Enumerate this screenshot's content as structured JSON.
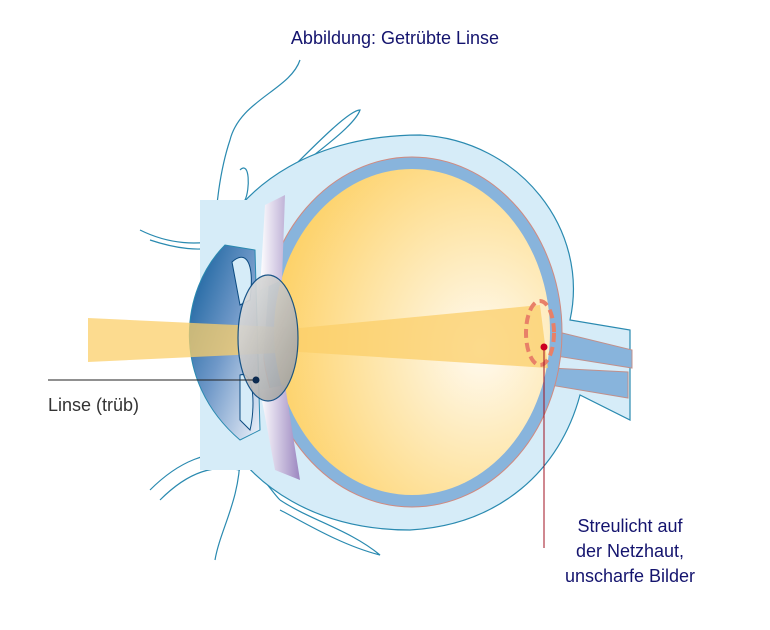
{
  "title": "Abbildung: Getrübte Linse",
  "labels": {
    "lens": "Linse (trüb)",
    "retina_line1": "Streulicht auf",
    "retina_line2": "der Netzhaut,",
    "retina_line3": "unscharfe Bilder"
  },
  "colors": {
    "text": "#14146e",
    "vitreous": "#fdd37a",
    "sclera": "#d6ecf8",
    "choroid": "#88b4dc",
    "light_beam": "#fbcf6a",
    "marker": "#cc0022"
  }
}
